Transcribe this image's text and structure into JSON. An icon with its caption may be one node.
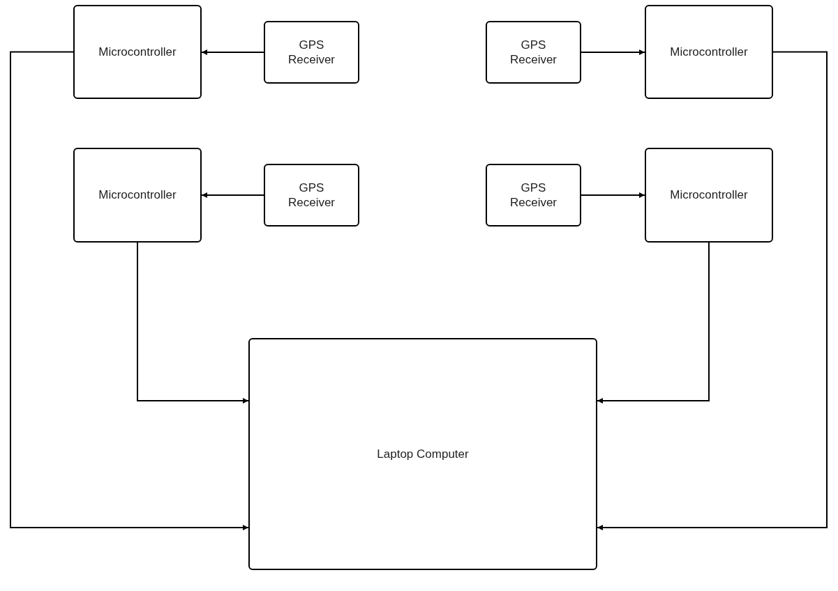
{
  "diagram": {
    "nodes": [
      {
        "text": [
          "Microcontroller"
        ]
      },
      {
        "text": [
          "GPS Receiver"
        ]
      },
      {
        "text": [
          "GPS Receiver"
        ]
      },
      {
        "text": [
          "Microcontroller"
        ]
      },
      {
        "text": [
          "Microcontroller"
        ]
      },
      {
        "text": [
          "GPS Receiver"
        ]
      },
      {
        "text": [
          "GPS Receiver"
        ]
      },
      {
        "text": [
          "Microcontroller"
        ]
      },
      {
        "text": [
          "Laptop Computer"
        ]
      }
    ],
    "edges": [
      {
        "from": 1,
        "to": 0,
        "arrow": "to"
      },
      {
        "from": 2,
        "to": 3,
        "arrow": "to"
      },
      {
        "from": 5,
        "to": 4,
        "arrow": "to"
      },
      {
        "from": 6,
        "to": 7,
        "arrow": "to"
      },
      {
        "from": 0,
        "to": 8,
        "arrow": "to"
      },
      {
        "from": 4,
        "to": 8,
        "arrow": "to"
      },
      {
        "from": 3,
        "to": 8,
        "arrow": "to"
      },
      {
        "from": 7,
        "to": 8,
        "arrow": "to"
      }
    ]
  }
}
